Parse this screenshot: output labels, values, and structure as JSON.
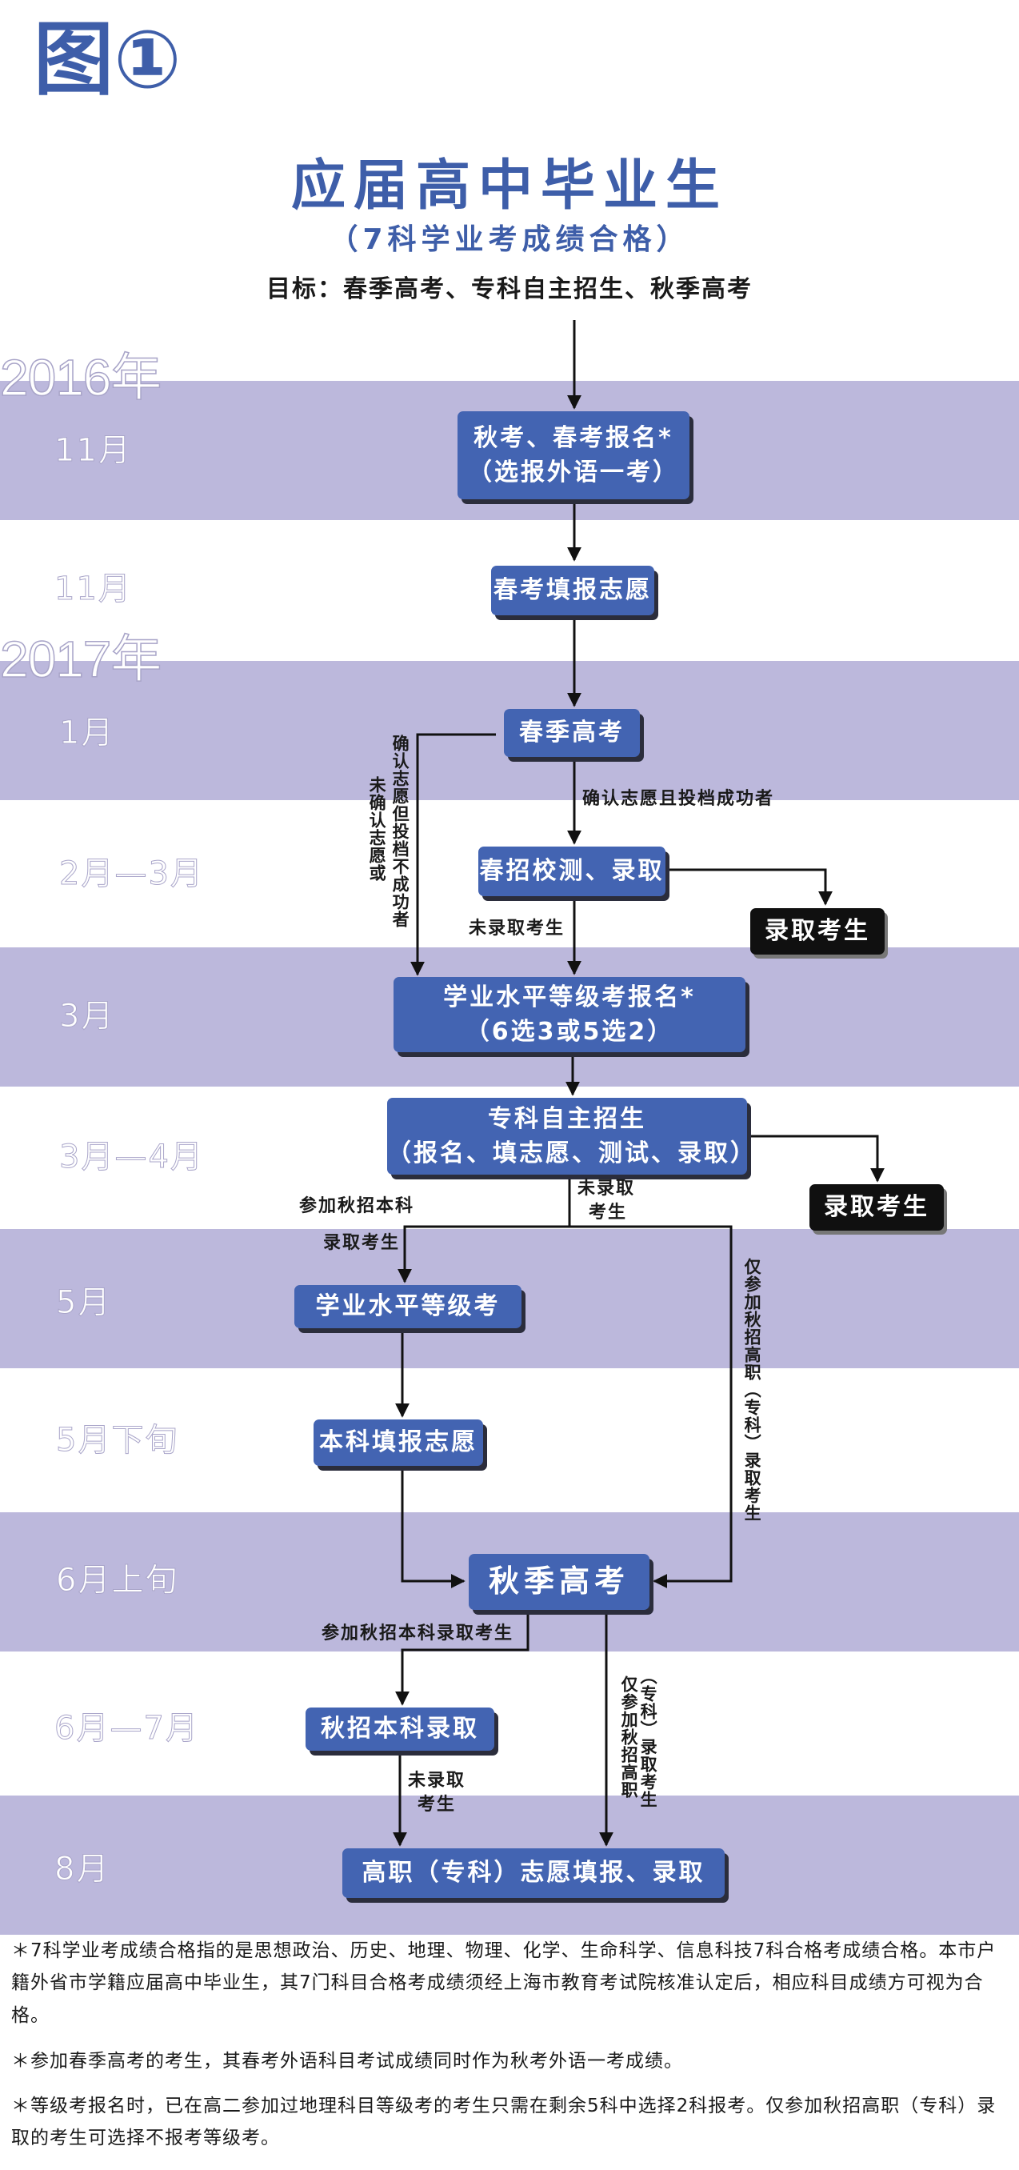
{
  "figure_label": "图①",
  "title": "应届高中毕业生",
  "subtitle": "（7科学业考成绩合格）",
  "goal": "目标：春季高考、专科自主招生、秋季高考",
  "years": [
    "2016年",
    "2017年"
  ],
  "months": [
    "11月",
    "11月",
    "1月",
    "2月—3月",
    "3月",
    "3月—4月",
    "5月",
    "5月下旬",
    "6月上旬",
    "6月—7月",
    "8月"
  ],
  "boxes": {
    "register_line1": "秋考、春考报名*",
    "register_line2": "（选报外语一考）",
    "spring_preference": "春考填报志愿",
    "spring_exam": "春季高考",
    "spring_admission": "春招校测、录取",
    "admitted_1": "录取考生",
    "level_register_line1": "学业水平等级考报名*",
    "level_register_line2": "（6选3或5选2）",
    "junior_college_line1": "专科自主招生",
    "junior_college_line2": "（报名、填志愿、测试、录取）",
    "admitted_2": "录取考生",
    "level_exam": "学业水平等级考",
    "undergrad_preference": "本科填报志愿",
    "autumn_exam": "秋季高考",
    "autumn_undergrad": "秋招本科录取",
    "vocational": "高职（专科）志愿填报、录取"
  },
  "labels": {
    "confirmed_success": "确认志愿且投档成功者",
    "confirmed_fail": "确认志愿但投档不成功者",
    "unconfirmed": "未确认志愿或",
    "not_admitted": "未录取考生",
    "not_admitted_2a": "未录取",
    "not_admitted_2b": "考生",
    "join_autumn_a": "参加秋招本科",
    "join_autumn_b": "录取考生",
    "only_vocational": "仅参加秋招高职（专科）录取考生",
    "join_autumn_undergrad": "参加秋招本科录取考生",
    "not_admitted_3a": "未录取",
    "not_admitted_3b": "考生",
    "only_vocational_2a": "（专科）录取考生",
    "only_vocational_2b": "仅参加秋招高职"
  },
  "notes": [
    "＊7科学业考成绩合格指的是思想政治、历史、地理、物理、化学、生命科学、信息科技7科合格考成绩合格。本市户籍外省市学籍应届高中毕业生，其7门科目合格考成绩须经上海市教育考试院核准认定后，相应科目成绩方可视为合格。",
    "＊参加春季高考的考生，其春考外语科目考试成绩同时作为秋考外语一考成绩。",
    "＊等级考报名时，已在高二参加过地理科目等级考的考生只需在剩余5科中选择2科报考。仅参加秋招高职（专科）录取的考生可选择不报考等级考。"
  ]
}
